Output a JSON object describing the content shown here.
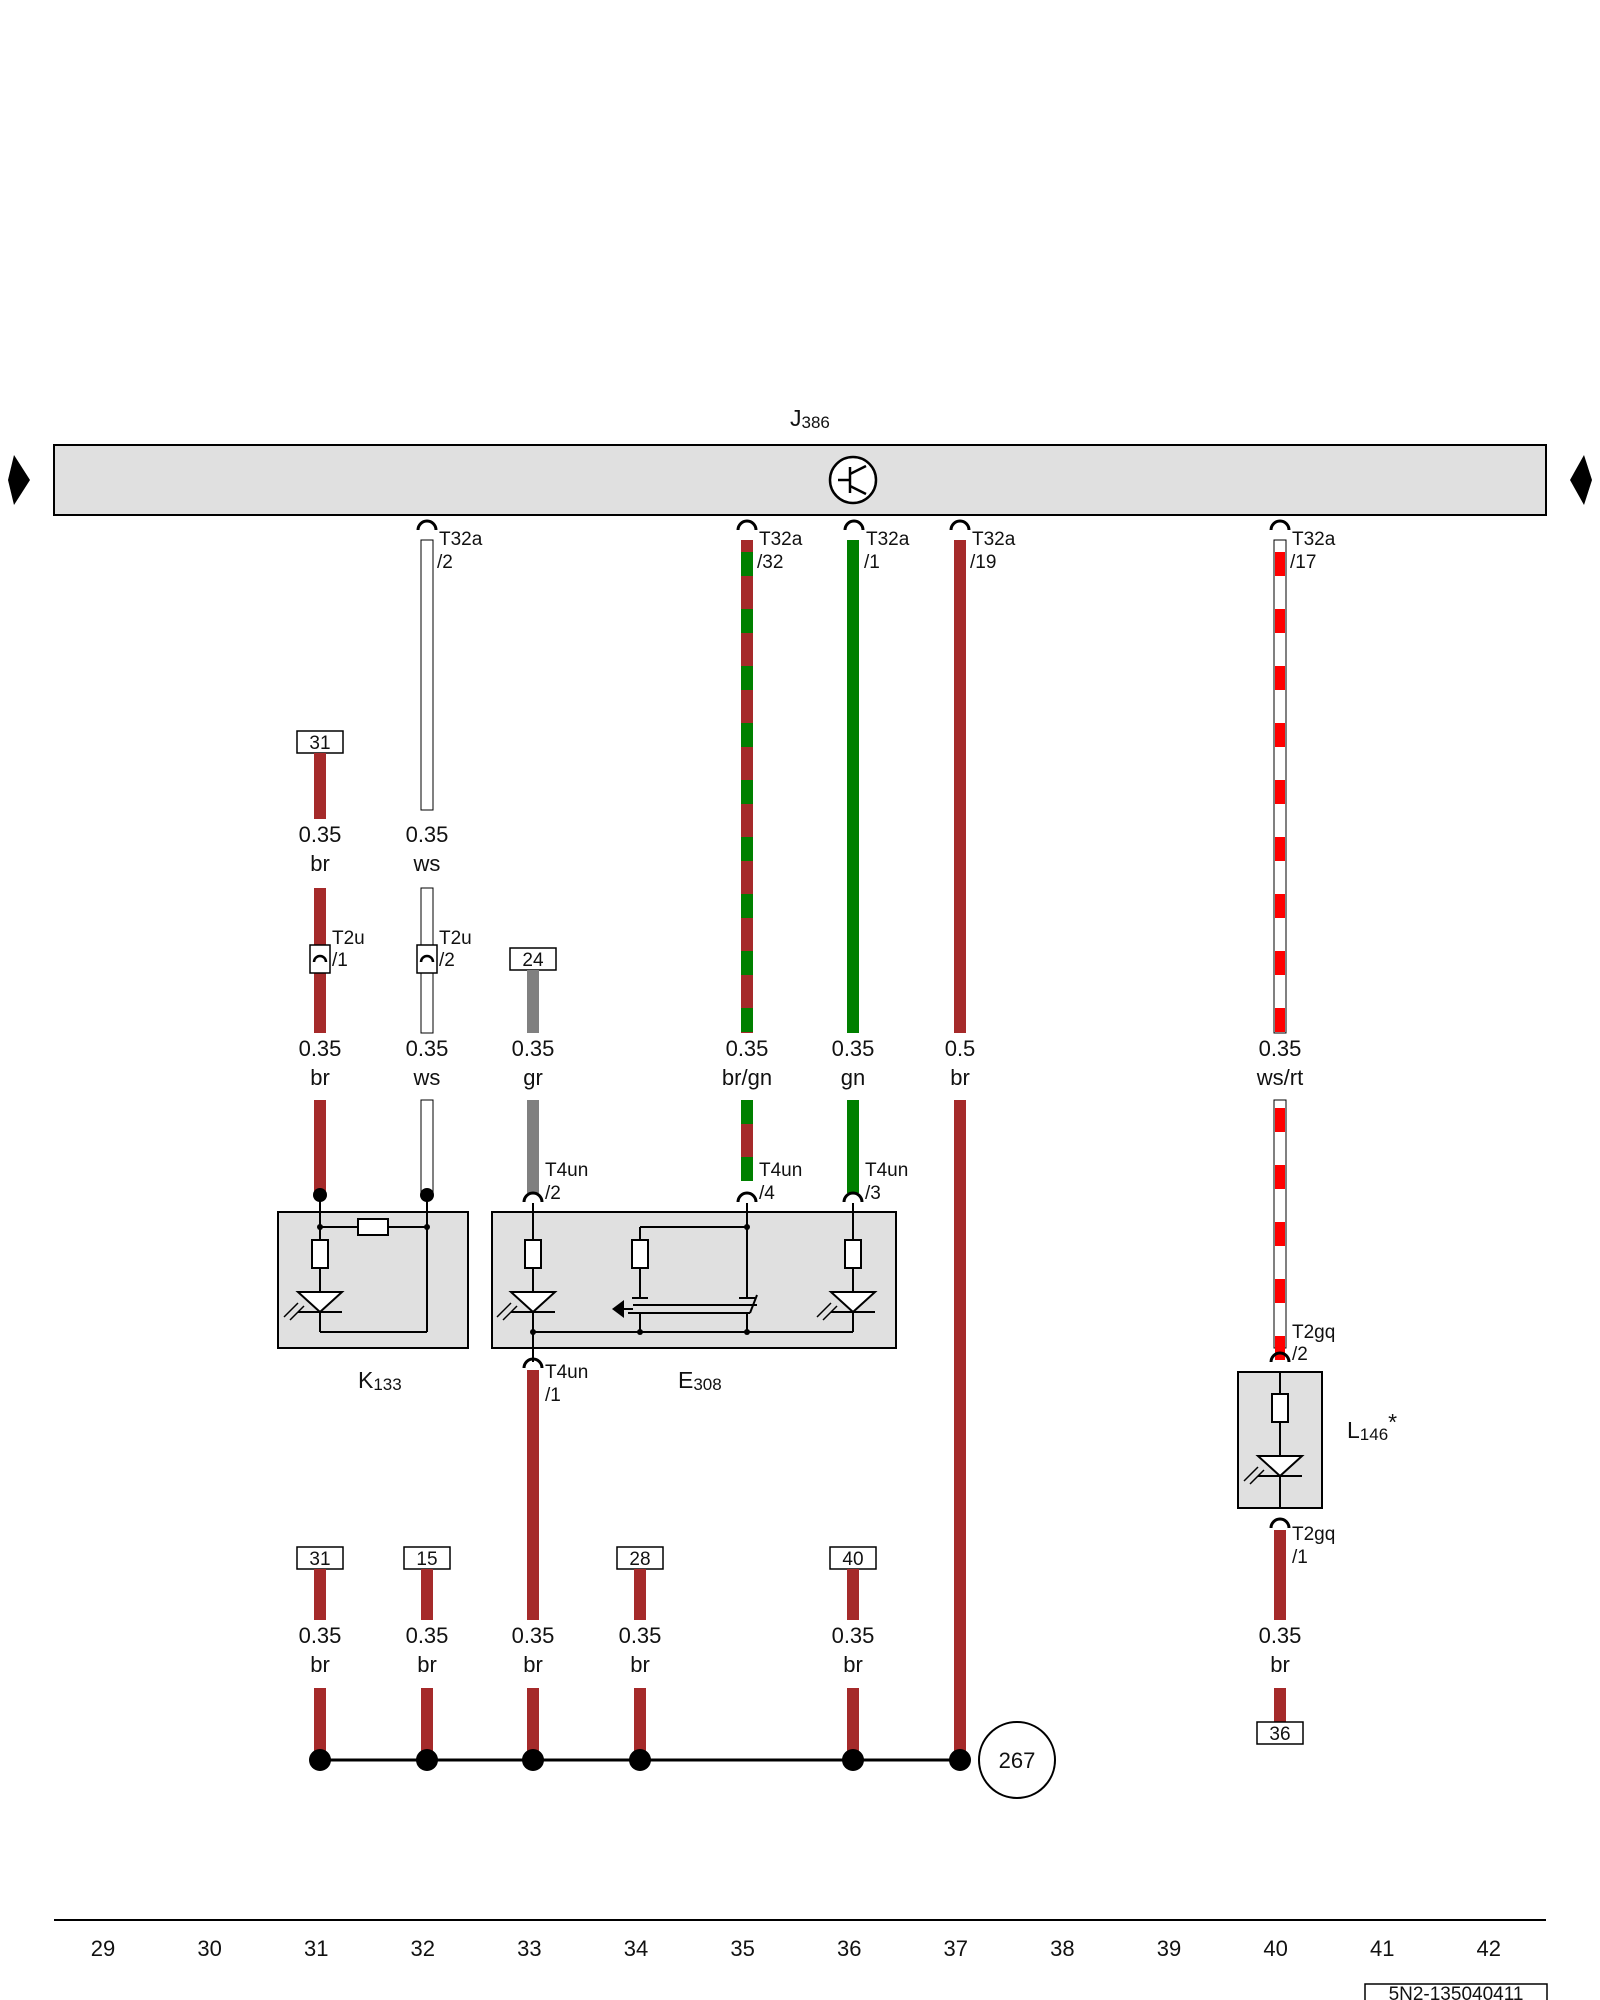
{
  "ecu": {
    "name": "J",
    "sub": "386"
  },
  "wires_top": [
    {
      "connector": "T32a",
      "pin": "/2",
      "size": "0.35",
      "color": "ws",
      "colors": [
        "#ffffff"
      ]
    },
    {
      "connector": "T32a",
      "pin": "/32",
      "size": "0.35",
      "color": "br/gn",
      "colors": [
        "#a52a2a",
        "#008000"
      ]
    },
    {
      "connector": "T32a",
      "pin": "/1",
      "size": "0.35",
      "color": "gn",
      "colors": [
        "#008000"
      ]
    },
    {
      "connector": "T32a",
      "pin": "/19",
      "size": "0.5",
      "color": "br",
      "colors": [
        "#a52a2a"
      ]
    },
    {
      "connector": "T32a",
      "pin": "/17",
      "size": "0.35",
      "color": "ws/rt",
      "colors": [
        "#ffffff",
        "#ff0000"
      ]
    }
  ],
  "k133_feed": {
    "ref": "31",
    "size_top": "0.35",
    "color_top": "br",
    "size_bot": "0.35",
    "color_bot": "br"
  },
  "ws_mid": {
    "size": "0.35",
    "color": "ws"
  },
  "t2u": [
    {
      "connector": "T2u",
      "pin": "/1"
    },
    {
      "connector": "T2u",
      "pin": "/2"
    }
  ],
  "gr_wire": {
    "ref": "24",
    "size": "0.35",
    "color": "gr"
  },
  "t4un": [
    {
      "connector": "T4un",
      "pin": "/2"
    },
    {
      "connector": "T4un",
      "pin": "/4"
    },
    {
      "connector": "T4un",
      "pin": "/3"
    },
    {
      "connector": "T4un",
      "pin": "/1"
    }
  ],
  "t2gq": [
    {
      "connector": "T2gq",
      "pin": "/2"
    },
    {
      "connector": "T2gq",
      "pin": "/1"
    }
  ],
  "components": {
    "k133": {
      "name": "K",
      "sub": "133"
    },
    "e308": {
      "name": "E",
      "sub": "308"
    },
    "l146": {
      "name": "L",
      "sub": "146",
      "mark": "*"
    }
  },
  "bottom_wires": [
    {
      "ref": "31",
      "size": "0.35",
      "color": "br"
    },
    {
      "ref": "15",
      "size": "0.35",
      "color": "br"
    },
    {
      "ref": "",
      "size": "0.35",
      "color": "br"
    },
    {
      "ref": "28",
      "size": "0.35",
      "color": "br"
    },
    {
      "ref": "40",
      "size": "0.35",
      "color": "br"
    }
  ],
  "l146_ground": {
    "ref": "36",
    "size": "0.35",
    "color": "br"
  },
  "ground_point": "267",
  "columns": [
    "29",
    "30",
    "31",
    "32",
    "33",
    "34",
    "35",
    "36",
    "37",
    "38",
    "39",
    "40",
    "41",
    "42"
  ],
  "doc_id": "5N2-135040411",
  "palette": {
    "br": "#a52a2a",
    "gn": "#008000",
    "gr": "#808080",
    "rt": "#ff0000",
    "ecu_fill": "#e0e0e0"
  }
}
